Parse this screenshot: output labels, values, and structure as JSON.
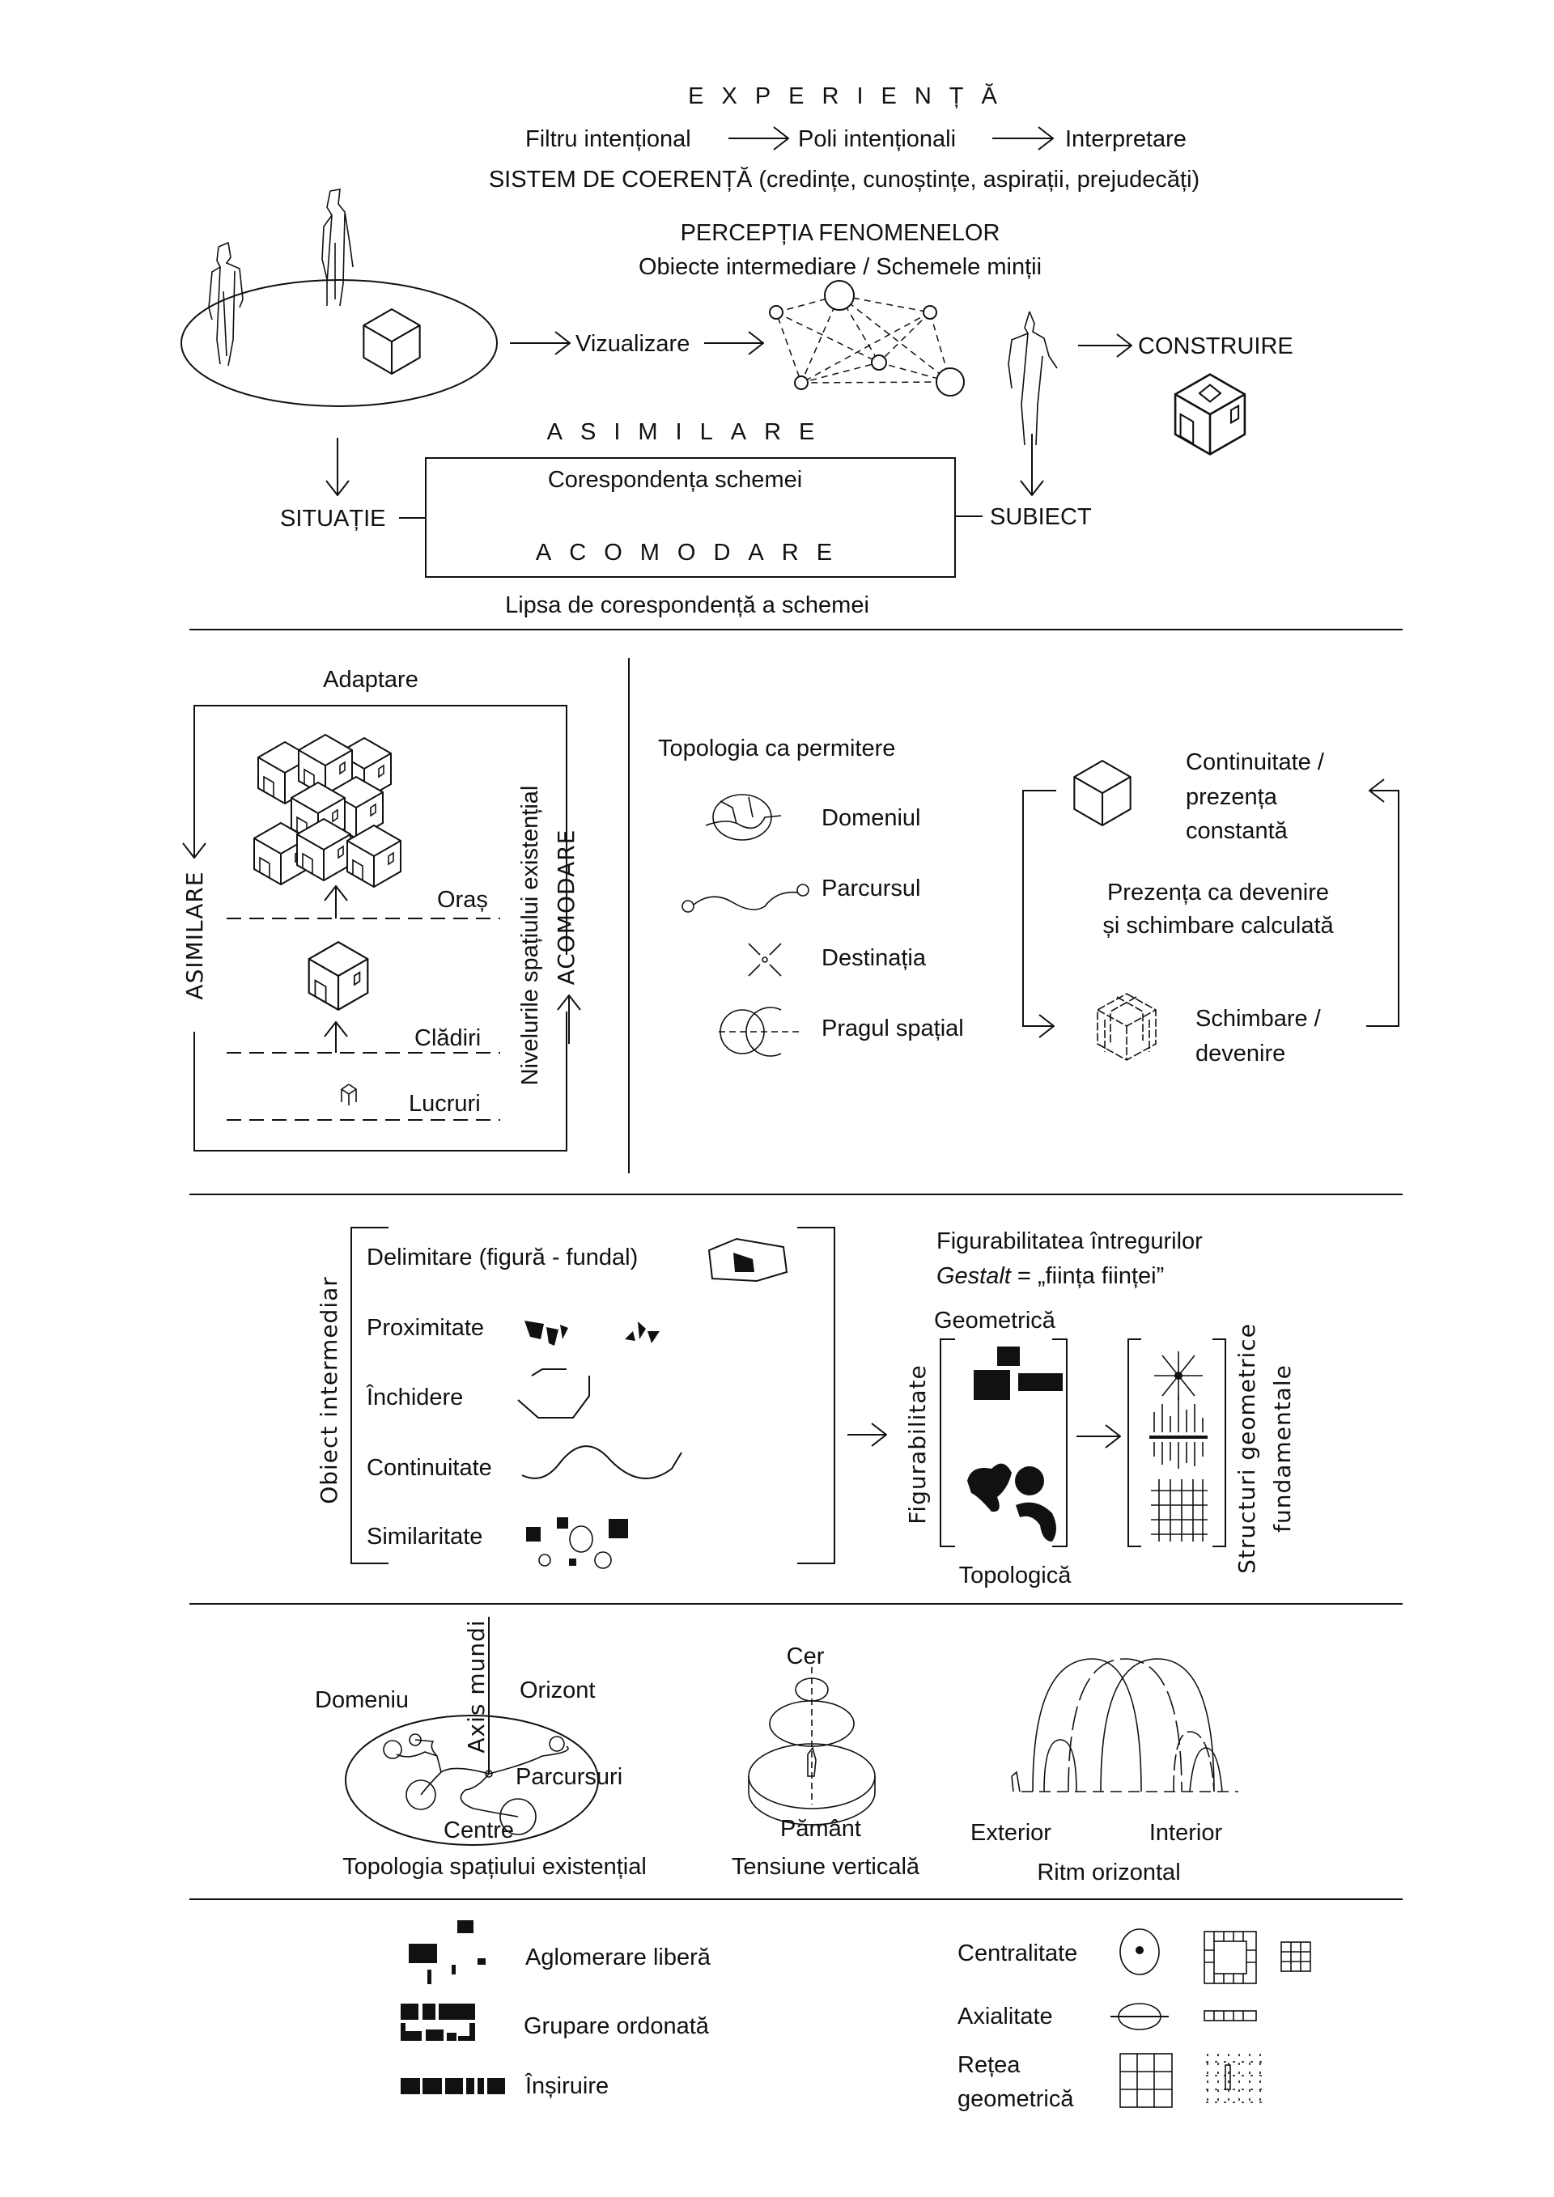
{
  "experience": {
    "title": "EXPERIENȚĂ",
    "filter": "Filtru intențional",
    "poles": "Poli intenționali",
    "interpretation": "Interpretare",
    "coherence": "SISTEM DE COERENȚĂ (credințe, cunoștințe, aspirații, prejudecăți)",
    "perception": "PERCEPȚIA FENOMENELOR",
    "objects": "Obiecte intermediare / Schemele minții",
    "visualization": "Vizualizare",
    "construction": "CONSTRUIRE",
    "assimilation": "ASIMILARE",
    "correspondence": "Corespondența schemei",
    "accommodation": "ACOMODARE",
    "situation": "SITUAȚIE",
    "subject": "SUBIECT",
    "lack": "Lipsa de corespondență a schemei"
  },
  "adaptation": {
    "title": "Adaptare",
    "assimilation": "ASIMILARE",
    "levels": "Nivelurile spațiului  existențial",
    "accommodation": "ACOMODARE",
    "city": "Oraș",
    "buildings": "Clădiri",
    "things": "Lucruri"
  },
  "topology": {
    "title": "Topologia ca permitere",
    "items": [
      "Domeniul",
      "Parcursul",
      "Destinația",
      "Pragul spațial"
    ],
    "continuity": [
      "Continuitate /",
      "prezența",
      "constantă"
    ],
    "presence": [
      "Prezența ca devenire",
      "și schimbare calculată"
    ],
    "change": [
      "Schimbare /",
      "devenire"
    ]
  },
  "gestalt": {
    "object_label": "Obiect intermediar",
    "items": [
      "Delimitare (figură - fundal)",
      "Proximitate",
      "Închidere",
      "Continuitate",
      "Similaritate"
    ],
    "figurability_title": "Figurabilitatea întregurilor",
    "gestalt_word": "Gestalt",
    "gestalt_def": " = „ființa ființei”",
    "geometric": "Geometrică",
    "figurability": "Figurabilitate",
    "topological": "Topologică",
    "structures": [
      "Structuri geometrice",
      "fundamentale"
    ]
  },
  "existential": {
    "domain": "Domeniu",
    "axis": "Axis mundi",
    "horizon": "Orizont",
    "paths": "Parcursuri",
    "centres": "Centre",
    "caption1": "Topologia spațiului existențial",
    "sky": "Cer",
    "earth": "Pământ",
    "caption2": "Tensiune verticală",
    "exterior": "Exterior",
    "interior": "Interior",
    "caption3": "Ritm orizontal"
  },
  "patterns": {
    "free": "Aglomerare liberă",
    "ordered": "Grupare ordonată",
    "string": "Înșiruire",
    "centrality": "Centralitate",
    "axiality": "Axialitate",
    "grid1": "Rețea",
    "grid2": "geometrică"
  }
}
